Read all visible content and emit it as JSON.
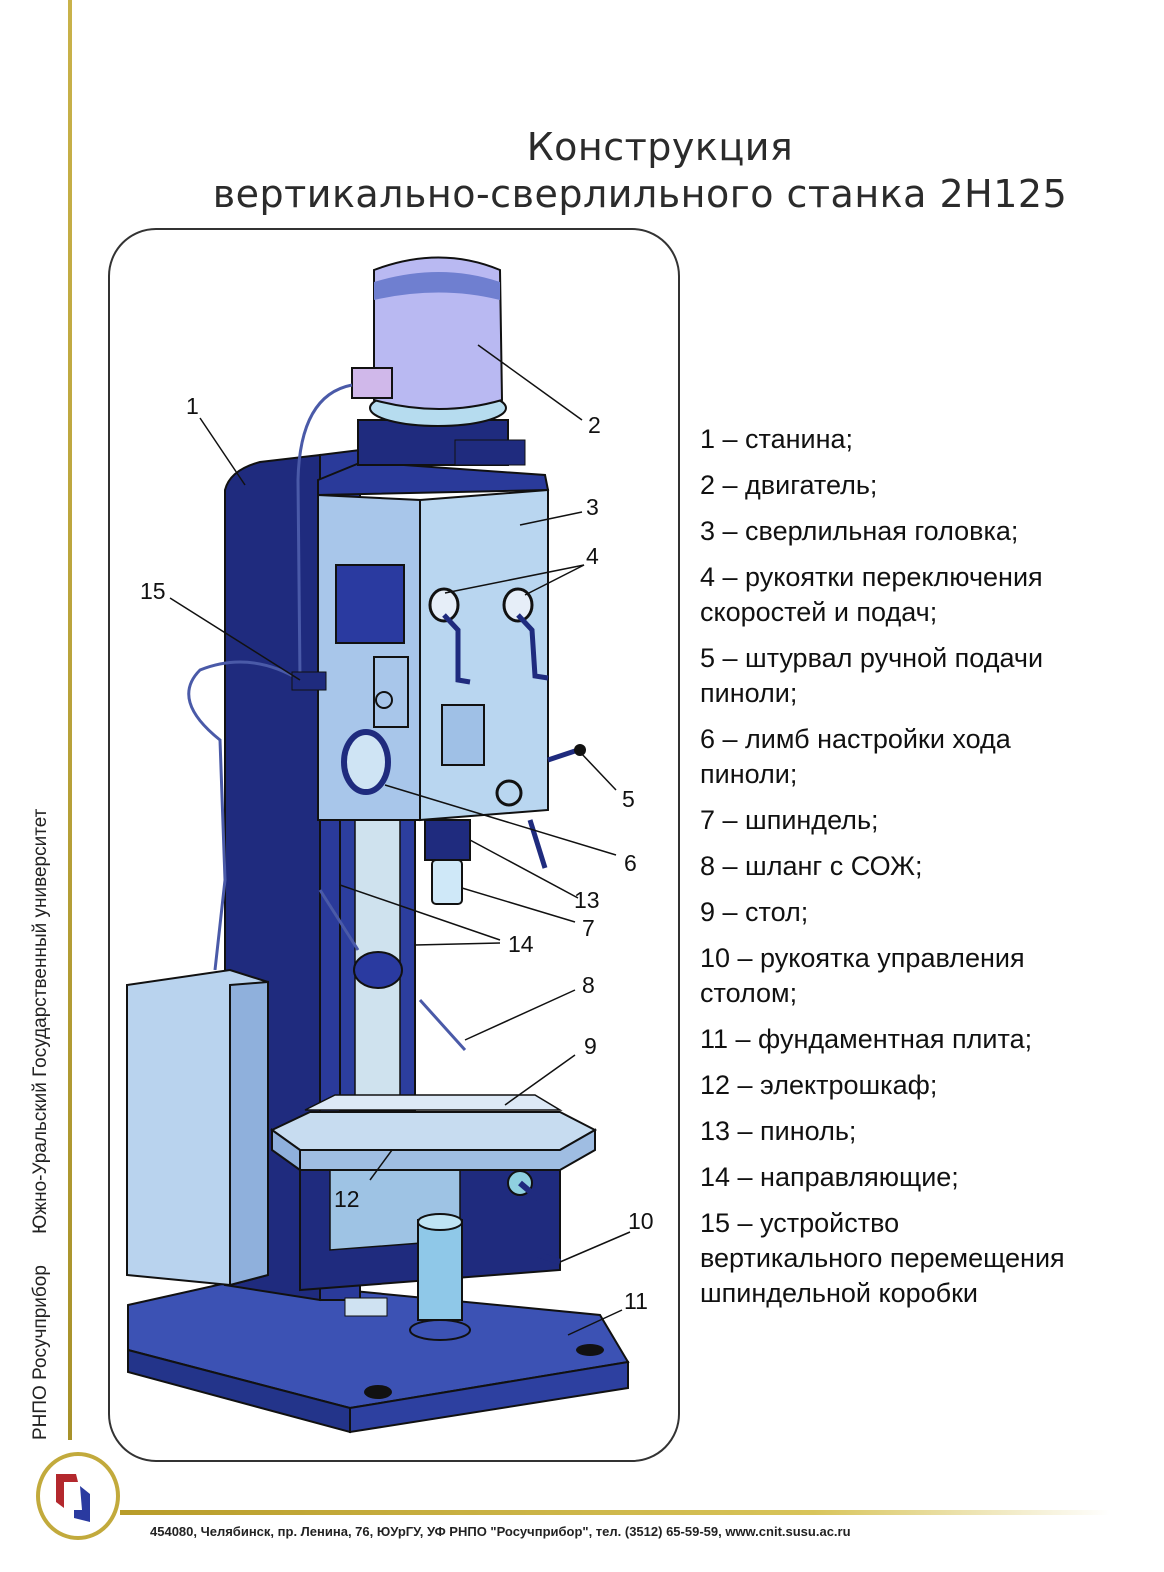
{
  "title": {
    "line1": "Конструкция",
    "line2": "вертикально-сверлильного  станка  2Н125"
  },
  "side_text": [
    "РНПО Росучприбор",
    "Южно-Уральский Государственный университет"
  ],
  "footer": "454080, Челябинск, пр. Ленина, 76, ЮУрГУ, УФ РНПО \"Росучприбор\", тел. (3512) 65-59-59, www.cnit.susu.ac.ru",
  "callouts": [
    "1",
    "2",
    "3",
    "4",
    "15",
    "5",
    "6",
    "13",
    "7",
    "14",
    "8",
    "9",
    "12",
    "10",
    "11"
  ],
  "legend": [
    {
      "lines": [
        "1 – станина;"
      ]
    },
    {
      "lines": [
        "2 – двигатель;"
      ]
    },
    {
      "lines": [
        "3 – сверлильная головка;"
      ]
    },
    {
      "lines": [
        "4 – рукоятки переключения",
        "скоростей и подач;"
      ]
    },
    {
      "lines": [
        "5 – штурвал ручной подачи",
        "пиноли;"
      ]
    },
    {
      "lines": [
        "6 – лимб настройки хода",
        "пиноли;"
      ]
    },
    {
      "lines": [
        "7 – шпиндель;"
      ]
    },
    {
      "lines": [
        "8 – шланг с СОЖ;"
      ]
    },
    {
      "lines": [
        "9 – стол;"
      ]
    },
    {
      "lines": [
        "10 – рукоятка управления",
        "столом;"
      ]
    },
    {
      "lines": [
        "11 – фундаментная плита;"
      ]
    },
    {
      "lines": [
        "12 – электрошкаф;"
      ]
    },
    {
      "lines": [
        "13 – пиноль;"
      ]
    },
    {
      "lines": [
        "14 – направляющие;"
      ]
    },
    {
      "lines": [
        "15 – устройство",
        "вертикального перемещения",
        "шпиндельной коробки"
      ]
    }
  ],
  "colors": {
    "column": "#1f2b7e",
    "head": "#a8c6ea",
    "motor": "#b9b9f2",
    "base": "#3c52b4",
    "gold": "#c2aa3c"
  }
}
